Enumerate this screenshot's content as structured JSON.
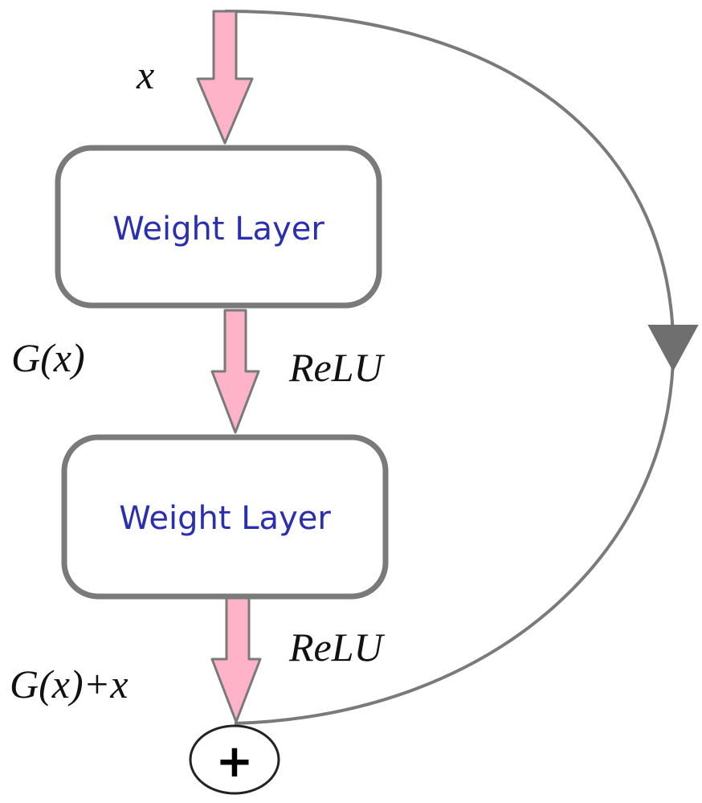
{
  "diagram": {
    "input_label": "x",
    "layer1_label": "Weight Layer",
    "intermediate_label": "G(x)",
    "activation1_label": "ReLU",
    "layer2_label": "Weight Layer",
    "activation2_label": "ReLU",
    "output_label": "G(x)+x",
    "sum_symbol": "+"
  },
  "colors": {
    "arrow_fill": "#ffb3c8",
    "arrow_stroke": "#7a7a7a",
    "box_stroke": "#7a7a7a",
    "layer_text": "#2a2fb0",
    "skip_line": "#7a7a7a"
  },
  "icons": {
    "sum_node": "plus-circle-icon",
    "skip_arrowhead": "triangle-down-icon"
  }
}
